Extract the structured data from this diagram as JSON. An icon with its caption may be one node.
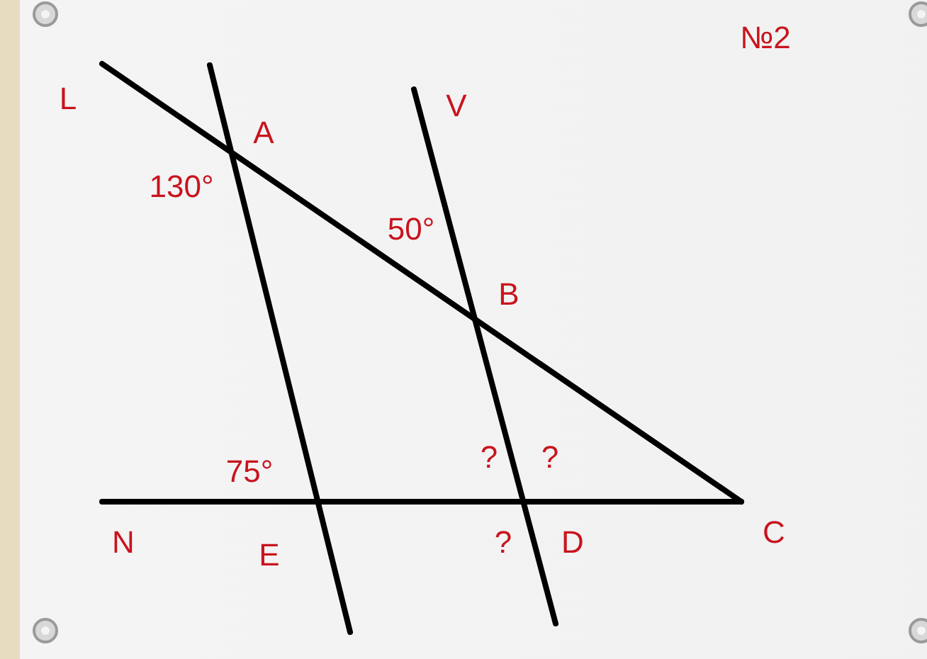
{
  "diagram": {
    "labels": [
      "№2",
      "L",
      "A",
      "V",
      "130°",
      "50°",
      "B",
      "75°",
      "?",
      "?",
      "N",
      "E",
      "?",
      "D",
      "C"
    ]
  }
}
